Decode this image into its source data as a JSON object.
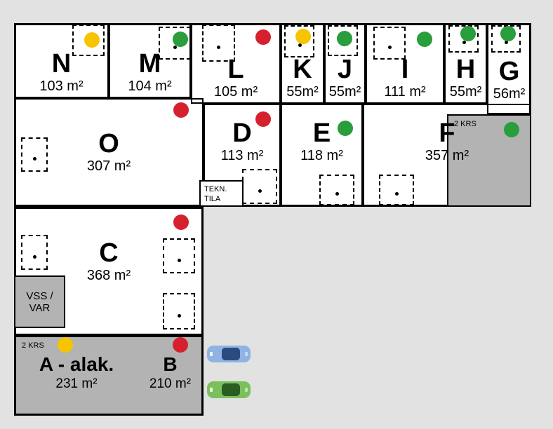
{
  "plan": {
    "units": [
      {
        "id": "N",
        "label": "N",
        "area": "103 m²",
        "status": "yellow"
      },
      {
        "id": "M",
        "label": "M",
        "area": "104 m²",
        "status": "green"
      },
      {
        "id": "L",
        "label": "L",
        "area": "105 m²",
        "status": "red"
      },
      {
        "id": "K",
        "label": "K",
        "area": "55m²",
        "status": "yellow"
      },
      {
        "id": "J",
        "label": "J",
        "area": "55m²",
        "status": "green"
      },
      {
        "id": "I",
        "label": "I",
        "area": "111 m²",
        "status": "green"
      },
      {
        "id": "H",
        "label": "H",
        "area": "55m²",
        "status": "green"
      },
      {
        "id": "G",
        "label": "G",
        "area": "56m²",
        "status": "green"
      },
      {
        "id": "O",
        "label": "O",
        "area": "307 m²",
        "status": "red"
      },
      {
        "id": "D",
        "label": "D",
        "area": "113 m²",
        "status": "red"
      },
      {
        "id": "E",
        "label": "E",
        "area": "118 m²",
        "status": "green"
      },
      {
        "id": "F",
        "label": "F",
        "area": "357 m²",
        "status": "green",
        "note": "2 KRS"
      },
      {
        "id": "C",
        "label": "C",
        "area": "368 m²",
        "status": "red"
      },
      {
        "id": "A",
        "label": "A - alak.",
        "area": "231 m²",
        "status": "yellow",
        "note": "2 KRS"
      },
      {
        "id": "B",
        "label": "B",
        "area": "210 m²",
        "status": "red"
      }
    ],
    "rooms": {
      "tekn_tila": "TEKN.\nTILA",
      "vss_var": "VSS /\nVAR"
    },
    "colors": {
      "green": "#2a9d3c",
      "yellow": "#f6c400",
      "red": "#d5212e",
      "shaded": "#b3b3b3",
      "background": "#e2e2e2",
      "wall": "#000000"
    },
    "cars": [
      {
        "name": "blue-car",
        "body": "#8fb3e3",
        "cabin": "#2b4a80",
        "detail": "#ffffff"
      },
      {
        "name": "green-car",
        "body": "#7cc05e",
        "cabin": "#2b5c20",
        "detail": "#ffffff"
      }
    ]
  }
}
